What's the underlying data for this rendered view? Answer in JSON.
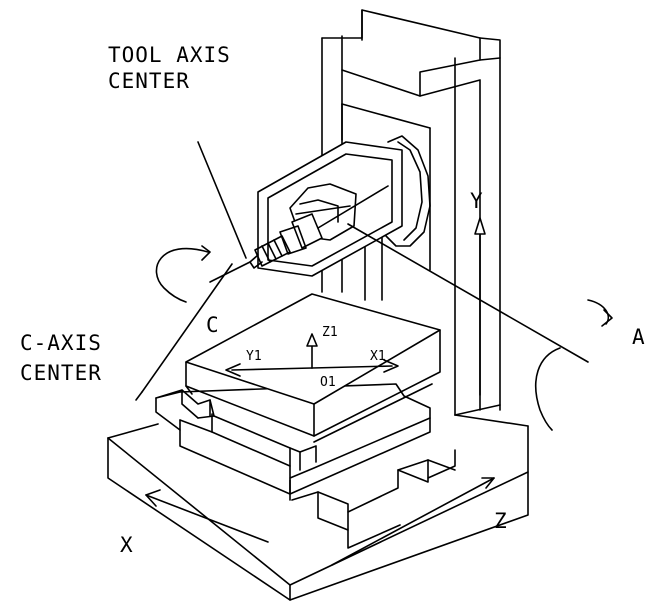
{
  "labels": {
    "tool_axis_center_1": "TOOL AXIS",
    "tool_axis_center_2": "CENTER",
    "c_axis_center_1": "C-AXIS",
    "c_axis_center_2": "CENTER",
    "c": "C",
    "a": "A",
    "x": "X",
    "y": "Y",
    "z": "Z",
    "x1": "X1",
    "y1": "Y1",
    "z1": "Z1",
    "o1": "O1"
  }
}
